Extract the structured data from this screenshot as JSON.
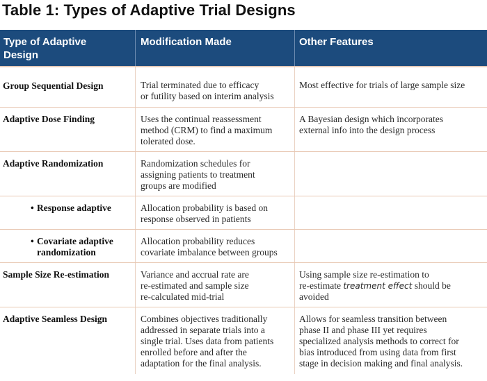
{
  "title": "Table 1: Types of Adaptive Trial Designs",
  "headers": {
    "col1_line1": "Type of Adaptive",
    "col1_line2": "Design",
    "col2": "Modification Made",
    "col3": "Other Features"
  },
  "rows": [
    {
      "type": [
        "Group Sequential Design"
      ],
      "modification": [
        "Trial terminated due to efficacy",
        "or futility based on interim analysis"
      ],
      "features": [
        "Most effective for trials of large sample size"
      ]
    },
    {
      "type": [
        "Adaptive Dose Finding"
      ],
      "modification": [
        "Uses the continual reassessment",
        "method (CRM) to find a maximum",
        "tolerated dose."
      ],
      "features": [
        "A Bayesian design which incorporates",
        "external info into the design process"
      ]
    },
    {
      "type": [
        "Adaptive Randomization"
      ],
      "modification": [
        "Randomization schedules for",
        "assigning patients to treatment",
        "groups are modified"
      ],
      "features": []
    },
    {
      "bullet": "•",
      "type": [
        "Response adaptive"
      ],
      "modification": [
        "Allocation probability is based on",
        "response observed in patients"
      ],
      "features": []
    },
    {
      "bullet": "•",
      "type": [
        "Covariate adaptive",
        "randomization"
      ],
      "modification": [
        "Allocation probability  reduces",
        "covariate imbalance between groups"
      ],
      "features": []
    },
    {
      "type": [
        "Sample Size Re-estimation"
      ],
      "modification": [
        "Variance and accrual rate are",
        "re-estimated and sample size",
        "re-calculated mid-trial"
      ],
      "features_parts": {
        "line1": "Using sample size re-estimation to",
        "line2_pre": "re-estimate ",
        "line2_em": "treatment effect",
        "line2_post": " should be",
        "line3": "avoided"
      }
    },
    {
      "type": [
        "Adaptive Seamless Design"
      ],
      "modification": [
        "Combines objectives traditionally",
        "addressed in separate trials into a",
        "single trial. Uses data from patients",
        "enrolled before and after the",
        "adaptation for the final analysis."
      ],
      "features": [
        "Allows for seamless transition between",
        "phase II and phase III yet requires",
        "specialized analysis methods to correct for",
        "bias introduced from using data from first",
        "stage in decision making and final analysis."
      ]
    }
  ]
}
